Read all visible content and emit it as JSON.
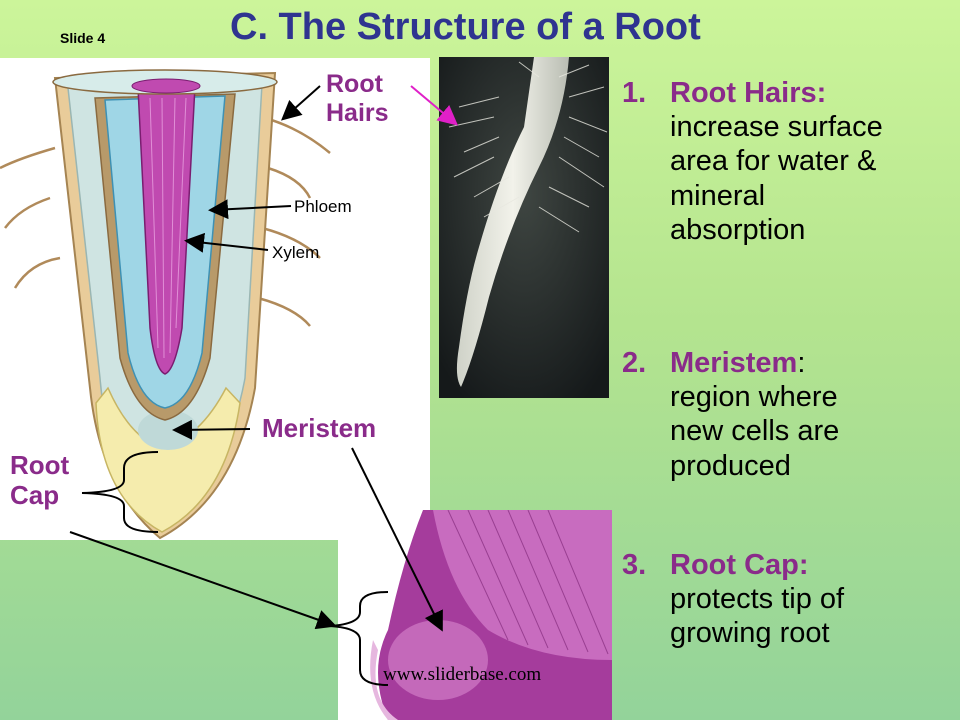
{
  "slide": {
    "number_label": "Slide 4",
    "title": "C. The Structure of a Root"
  },
  "diagram": {
    "root_hairs_label_line1": "Root",
    "root_hairs_label_line2": "Hairs",
    "phloem_label": "Phloem",
    "xylem_label": "Xylem",
    "meristem_label": "Meristem",
    "root_cap_label_line1": "Root",
    "root_cap_label_line2": "Cap"
  },
  "watermark": "www.sliderbase.com",
  "list": [
    {
      "number": "1.",
      "term": "Root Hairs:",
      "term_colon": "",
      "lines": [
        "increase surface",
        "area for water &",
        "mineral",
        "absorption"
      ]
    },
    {
      "number": "2.",
      "term": "Meristem",
      "term_colon": ":",
      "lines": [
        "region where",
        "new cells are",
        "produced"
      ]
    },
    {
      "number": "3.",
      "term": "Root Cap:",
      "term_colon": "",
      "lines": [
        "protects tip of",
        "growing root"
      ]
    }
  ],
  "colors": {
    "title": "#2f3490",
    "accent": "#8a2b8a",
    "arrow_magenta": "#e020c8"
  }
}
